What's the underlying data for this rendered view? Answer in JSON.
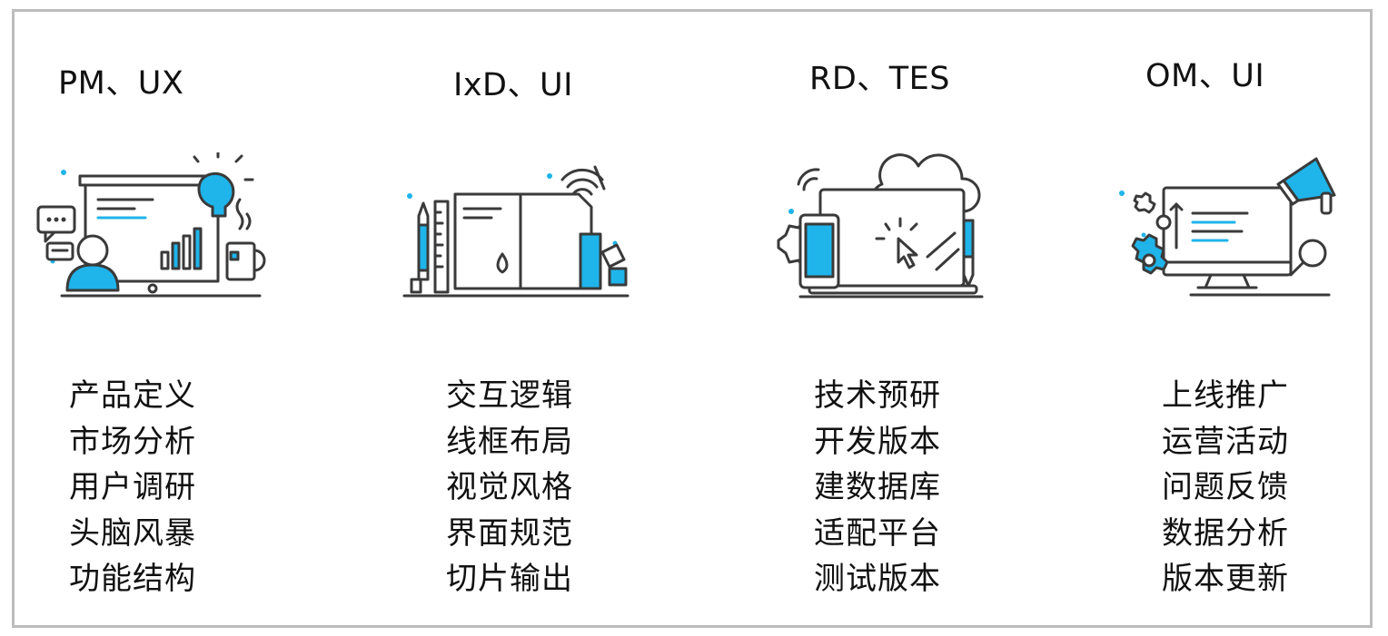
{
  "accent_color": "#1fb4ea",
  "columns": [
    {
      "title": "PM、UX",
      "icon": "presentation-board-icon",
      "tasks": [
        "产品定义",
        "市场分析",
        "用户调研",
        "头脑风暴",
        "功能结构"
      ]
    },
    {
      "title": "IxD、UI",
      "icon": "design-notebook-icon",
      "tasks": [
        "交互逻辑",
        "线框布局",
        "视觉风格",
        "界面规范",
        "切片输出"
      ]
    },
    {
      "title": "RD、TES",
      "icon": "laptop-cloud-icon",
      "tasks": [
        "技术预研",
        "开发版本",
        "建数据库",
        "适配平台",
        "测试版本"
      ]
    },
    {
      "title": "OM、UI",
      "icon": "monitor-megaphone-icon",
      "tasks": [
        "上线推广",
        "运营活动",
        "问题反馈",
        "数据分析",
        "版本更新"
      ]
    }
  ]
}
